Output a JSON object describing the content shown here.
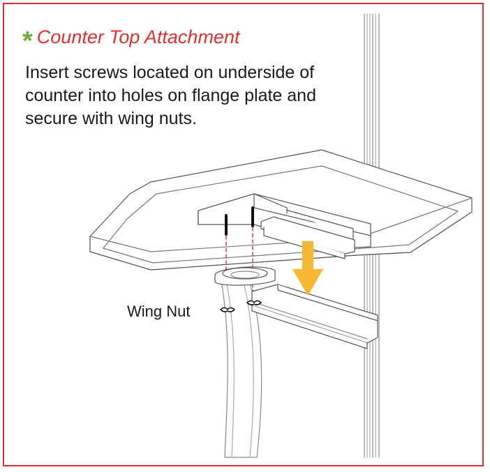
{
  "header": {
    "title": "Counter Top Attachment",
    "marker": "*"
  },
  "instructions": {
    "text": "Insert screws located on underside of counter into holes on flange plate and secure with wing nuts."
  },
  "callouts": {
    "wing_nut": "Wing Nut"
  },
  "colors": {
    "border": "#e03030",
    "title": "#e03030",
    "marker": "#6fae3c",
    "arrow": "#f7b733",
    "guide_lines": "#e03030"
  }
}
